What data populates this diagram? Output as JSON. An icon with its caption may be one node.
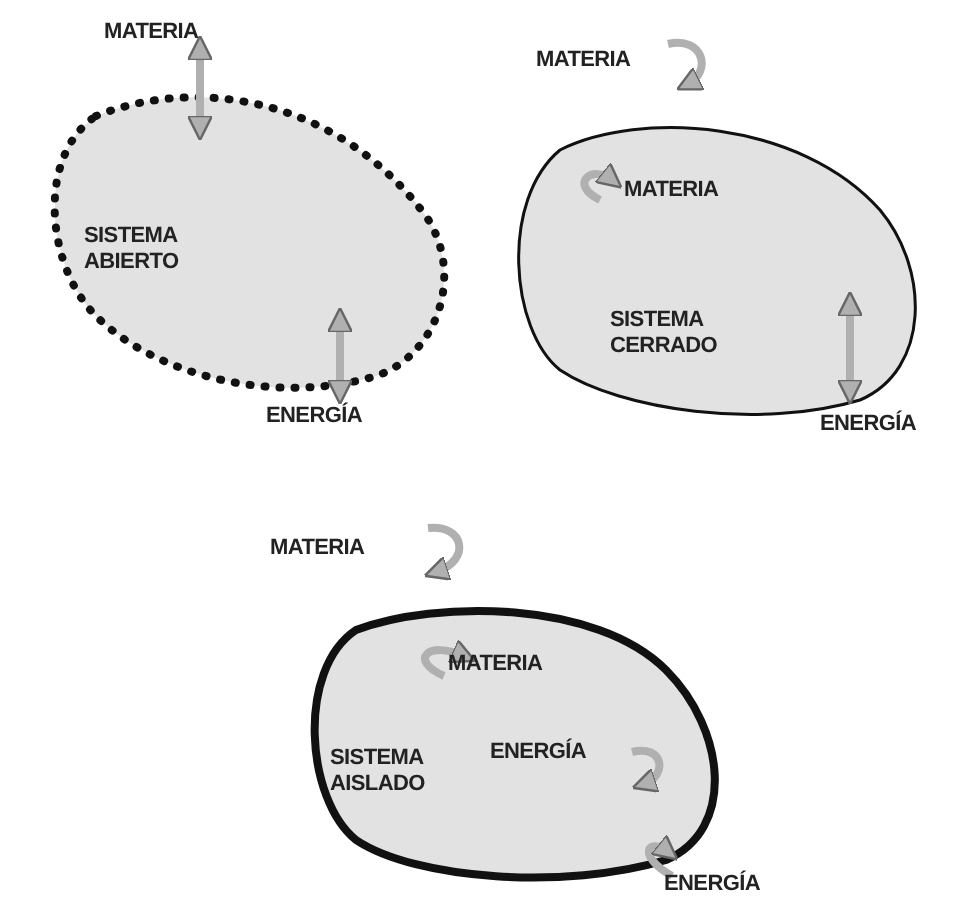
{
  "diagram": {
    "nodes": [
      {
        "text": [
          "SISTEMA ABIERTO"
        ]
      },
      {
        "text": [
          "MATERIA",
          "SISTEMA CERRADO"
        ]
      },
      {
        "text": [
          "MATERIA",
          "SISTEMA AISLADO",
          "ENERGÍA"
        ]
      }
    ],
    "labels": [
      "MATERIA",
      "MATERIA",
      "ENERGÍA",
      "ENERGÍA",
      "MATERIA",
      "ENERGÍA"
    ]
  }
}
